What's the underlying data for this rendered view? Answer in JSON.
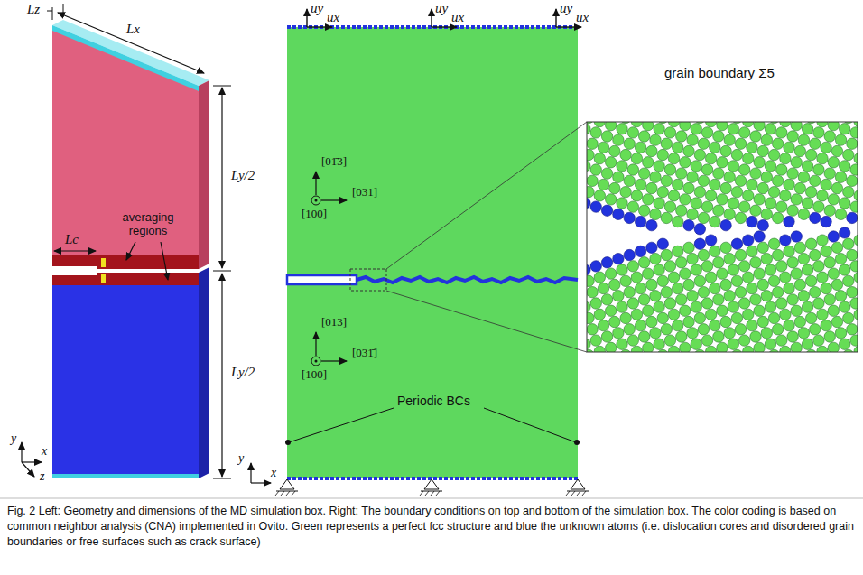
{
  "diagram": {
    "caption": "Fig. 2 Left: Geometry and dimensions of the MD simulation box. Right: The boundary conditions on top and bottom of the simulation box. The color coding is based on common neighbor analysis (CNA) implemented in Ovito. Green represents a perfect fcc structure and blue the unknown atoms (i.e. dislocation cores and disordered grain boundaries or free surfaces such as crack surface)",
    "labels": [
      "Lz",
      "Lx",
      "averaging regions",
      "Lc",
      "Ly/2",
      "Ly/2",
      "y",
      "x",
      "z",
      "uy",
      "ux",
      "uy",
      "ux",
      "uy",
      "ux",
      "[01̄3]",
      "[031]",
      "[100]",
      "[013]",
      "[031̄]",
      "[100]",
      "Periodic BCs",
      "y",
      "x",
      "grain boundary Σ5"
    ]
  }
}
